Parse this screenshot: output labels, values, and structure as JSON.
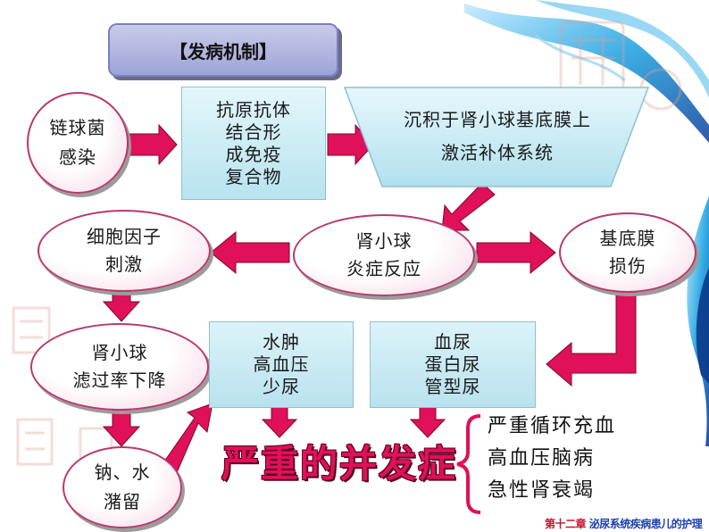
{
  "title": "【发病机制】",
  "nodes": {
    "strep": [
      "链球菌",
      "感染"
    ],
    "immune_complex": [
      "抗原抗体",
      "结合形",
      "成免疫",
      "复合物"
    ],
    "deposit": [
      "沉积于肾小球基底膜上",
      "激活补体系统"
    ],
    "cytokine": [
      "细胞因子",
      "刺激"
    ],
    "glom_inflam": [
      "肾小球",
      "炎症反应"
    ],
    "bm_damage": [
      "基底膜",
      "损伤"
    ],
    "gfr_drop": [
      "肾小球",
      "滤过率下降"
    ],
    "na_water": [
      "钠、水",
      "潴留"
    ],
    "edema_htn": [
      "水肿",
      "高血压",
      "少尿"
    ],
    "hematuria": [
      "血尿",
      "蛋白尿",
      "管型尿"
    ]
  },
  "complication_title": "严重的并发症",
  "complications": [
    "严重循环充血",
    "高血压脑病",
    "急性肾衰竭"
  ],
  "footer": {
    "part1": "第十二章",
    "part2": "泌尿系统疾病患儿的护理"
  },
  "colors": {
    "arrow": "#e0105a",
    "ellipse_border": "#b73a6d",
    "box_fill": "#c9ecf4",
    "emphasis": "#e0105a"
  }
}
